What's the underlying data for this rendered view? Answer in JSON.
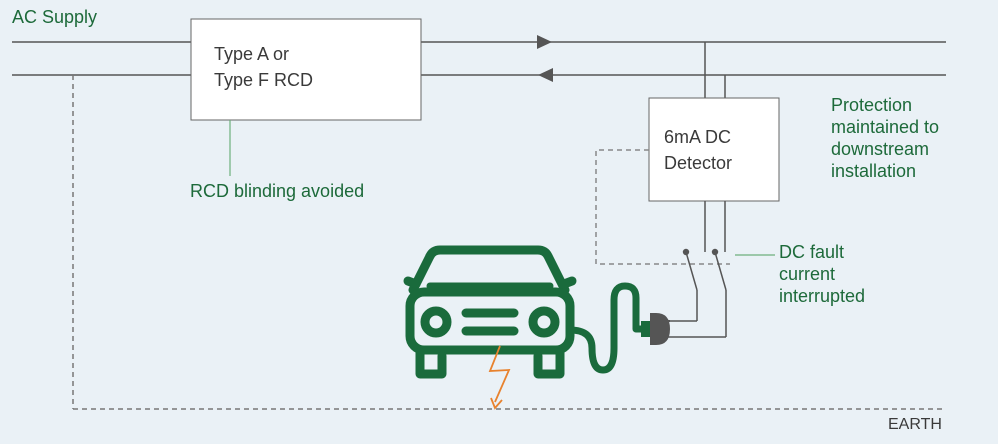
{
  "labels": {
    "ac_supply": "AC Supply",
    "rcd_line1": "Type A or",
    "rcd_line2": "Type F RCD",
    "detector_line1": "6mA DC",
    "detector_line2": "Detector",
    "protection": [
      "Protection",
      "maintained to",
      "downstream",
      "installation"
    ],
    "rcd_blinding": "RCD blinding avoided",
    "dc_fault": [
      "DC fault",
      "current",
      "interrupted"
    ],
    "earth": "EARTH"
  },
  "colors": {
    "background": "#eaf1f6",
    "line": "#555555",
    "green_text": "#1d6a3a",
    "car": "#1a6b3c",
    "leader": "#6db07d",
    "fault_spark": "#e8822e",
    "box_fill": "#ffffff"
  },
  "icons": {
    "car": "electric-car-icon",
    "plug": "charging-plug-icon",
    "spark": "lightning-fault-icon"
  }
}
